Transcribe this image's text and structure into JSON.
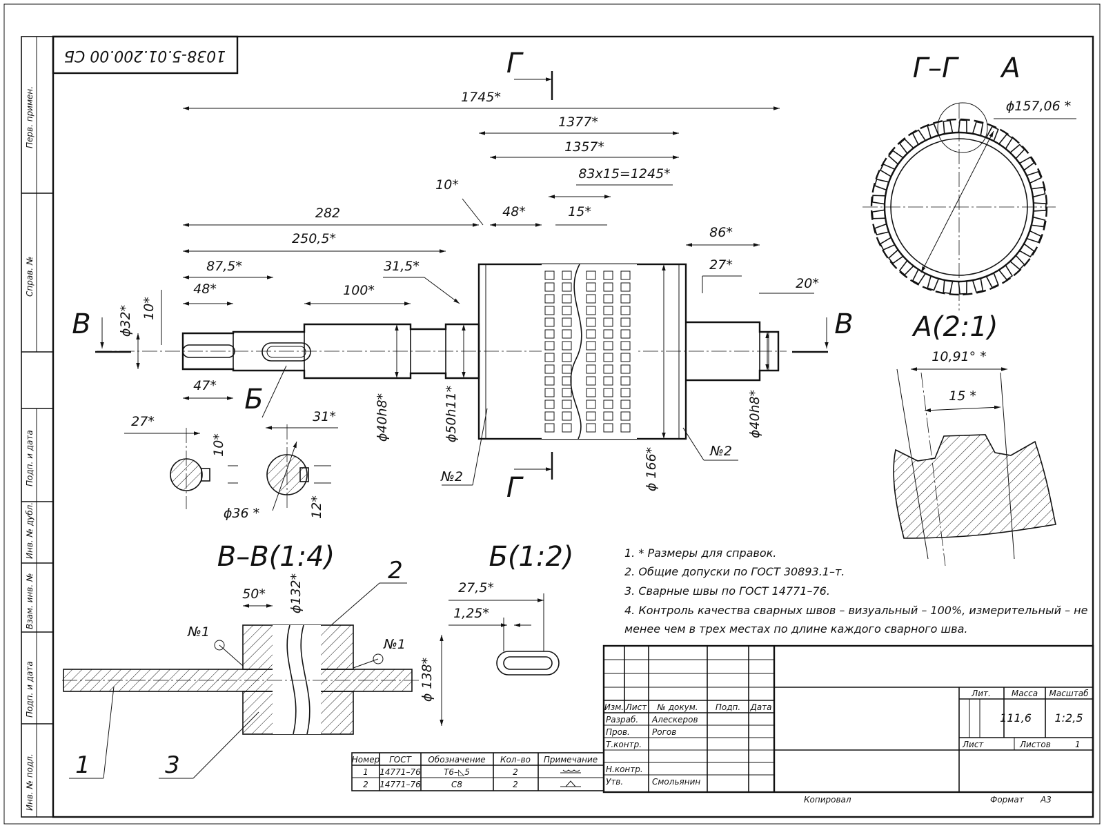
{
  "drawing": {
    "stamp_code": "1038-5.01.200.00 СБ",
    "side_columns": [
      "Перв. примен.",
      "Справ. №",
      "Подп. и дата",
      "Инв. № дубл.",
      "Взам. инв. №",
      "Подп. и дата",
      "Инв. № подл."
    ],
    "views": {
      "section_g": "Г",
      "section_gg": "Г–Г",
      "detail_a": "А",
      "detail_a_scale": "А(2:1)",
      "section_v": "В",
      "section_vv": "В–В(1:4)",
      "detail_b": "Б",
      "detail_b_scale": "Б(1:2)"
    },
    "dims": {
      "d1745": "1745*",
      "d1377": "1377*",
      "d1357": "1357*",
      "d83x15": "83x15=1245*",
      "d282": "282",
      "d250": "250,5*",
      "d10a": "10*",
      "d48a": "48*",
      "d15a": "15*",
      "d86": "86*",
      "d27a": "27*",
      "d20": "20*",
      "d875": "87,5*",
      "d315": "31,5*",
      "d48b": "48*",
      "d100": "100*",
      "d47": "47*",
      "phi32": "ϕ32*",
      "d10b": "10*",
      "phi40a": "ϕ40h8*",
      "phi50": "ϕ50h11*",
      "phi166": "ϕ 166*",
      "phi40b": "ϕ40h8*",
      "no2a": "№2",
      "no2b": "№2",
      "d27b": "27*",
      "d31": "31*",
      "d10c": "10*",
      "phi36": "ϕ36 *",
      "d12": "12*",
      "phi15706": "ϕ157,06 *",
      "ang1091": "10,91° *",
      "d15b": "15 *",
      "d50": "50*",
      "phi132": "ϕ132*",
      "phi138": "ϕ 138*",
      "no1a": "№1",
      "no1b": "№1",
      "d275": "27,5*",
      "d125": "1,25*",
      "pos1": "1",
      "pos2": "2",
      "pos3": "3"
    },
    "notes": [
      "1.  * Размеры для справок.",
      "2.  Общие допуски по ГОСТ 30893.1–т.",
      "3.  Сварные швы по ГОСТ 14771–76.",
      "4.  Контроль качества сварных швов – визуальный – 100%, измерительный – не",
      "менее чем в трех местах по длине каждого сварного шва."
    ],
    "weld_table": {
      "headers": [
        "Номер",
        "ГОСТ",
        "Обозначение",
        "Кол–во",
        "Примечание"
      ],
      "rows": [
        [
          "1",
          "14771–76",
          "Т6–◺5",
          "2",
          ""
        ],
        [
          "2",
          "14771–76",
          "С8",
          "2",
          ""
        ]
      ]
    },
    "title_block": {
      "col_headers": [
        "Изм.",
        "Лист",
        "№ докум.",
        "Подп.",
        "Дата"
      ],
      "roles": [
        {
          "role": "Разраб.",
          "name": "Алескеров"
        },
        {
          "role": "Пров.",
          "name": "Рогов"
        },
        {
          "role": "Т.контр.",
          "name": ""
        },
        {
          "role": "",
          "name": ""
        },
        {
          "role": "Н.контр.",
          "name": ""
        },
        {
          "role": "Утв.",
          "name": "Смольянин"
        }
      ],
      "lit_label": "Лит.",
      "mass_label": "Масса",
      "scale_label": "Масштаб",
      "mass_value": "111,6",
      "scale_value": "1:2,5",
      "sheet_label": "Лист",
      "sheets_label": "Листов",
      "sheets_value": "1",
      "copied": "Копировал",
      "format_label": "Формат",
      "format_value": "А3"
    }
  }
}
